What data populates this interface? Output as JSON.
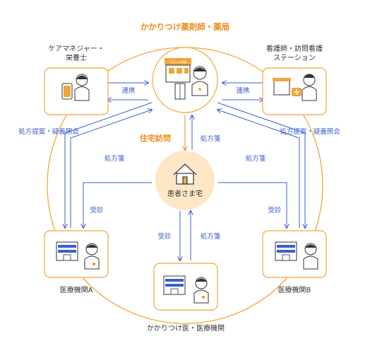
{
  "title": "かかりつけ薬剤師・薬局",
  "nodes": {
    "care_manager": {
      "line1": "ケアマネジャー・",
      "line2": "栄養士"
    },
    "nursing": {
      "line1": "看護師・訪問看護",
      "line2": "ステーション"
    },
    "patient_home": "患者さま宅",
    "hospital_a": "医療機関A",
    "hospital_b": "医療機関B",
    "family_doctor": "かかりつけ医・医療機関",
    "pharmacy_sign": "かかりつけ薬局"
  },
  "edges": {
    "renkei": "連携",
    "prescription_proposal": "処方提案・疑義照会",
    "prescription": "処方箋",
    "home_visit": "住宅訪問",
    "consultation": "受診"
  },
  "colors": {
    "accent": "#ef8a1a",
    "arrow": "#3a5fcd",
    "ring": "#f3a53c",
    "home_fill": "#fde7c4"
  }
}
